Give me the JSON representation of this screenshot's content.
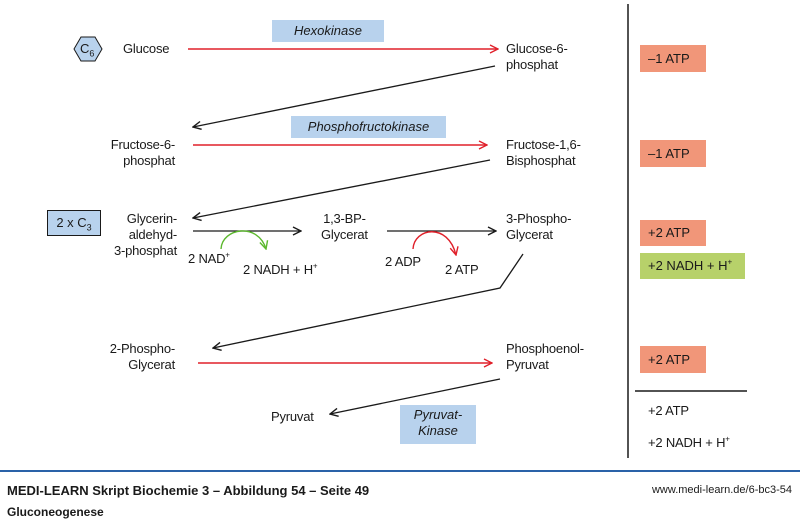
{
  "diagram": {
    "title": "Gluconeogenese",
    "badges": {
      "c6": {
        "text": "C",
        "sub": "6"
      },
      "c3": {
        "text": "2 x C",
        "sub": "3"
      }
    },
    "metabolites": {
      "glucose": "Glucose",
      "g6p_1": "Glucose-6-",
      "g6p_2": "phosphat",
      "f6p_1": "Fructose-6-",
      "f6p_2": "phosphat",
      "f16bp_1": "Fructose-1,6-",
      "f16bp_2": "Bisphosphat",
      "gap_1": "Glycerin-",
      "gap_2": "aldehyd-",
      "gap_3": "3-phosphat",
      "bpg_1": "1,3-BP-",
      "bpg_2": "Glycerat",
      "pg3_1": "3-Phospho-",
      "pg3_2": "Glycerat",
      "pg2_1": "2-Phospho-",
      "pg2_2": "Glycerat",
      "pep_1": "Phosphoenol-",
      "pep_2": "Pyruvat",
      "pyruvat": "Pyruvat"
    },
    "enzymes": {
      "hexokinase": "Hexokinase",
      "pfk": "Phosphofructokinase",
      "pk_1": "Pyruvat-",
      "pk_2": "Kinase"
    },
    "cofactors": {
      "nad": "2 NAD",
      "nad_sup": "+",
      "nadh": "2 NADH + H",
      "nadh_sup": "+",
      "adp": "2 ADP",
      "atp": "2 ATP"
    },
    "balance": [
      {
        "text": "–1 ATP",
        "color": "#f19679"
      },
      {
        "text": "–1 ATP",
        "color": "#f19679"
      },
      {
        "text": "+2 ATP",
        "color": "#f19679"
      },
      {
        "text": "+2 NADH + H",
        "sup": "+",
        "color": "#b7d16a"
      },
      {
        "text": "+2 ATP",
        "color": "#f19679"
      }
    ],
    "totals": {
      "atp": "+2 ATP",
      "nadh": "+2 NADH + H",
      "nadh_sup": "+"
    },
    "colors": {
      "irreversible_arrow": "#e0202a",
      "nad_arrow": "#5cb82e",
      "atp_arrow": "#e0202a",
      "enzyme_box": "#b8d2ed",
      "footer_rule": "#2a62a8"
    }
  },
  "footer": {
    "source": "MEDI-LEARN Skript Biochemie 3 – Abbildung 54 – Seite 49",
    "subtitle": "Gluconeogenese",
    "url": "www.medi-learn.de/6-bc3-54"
  }
}
